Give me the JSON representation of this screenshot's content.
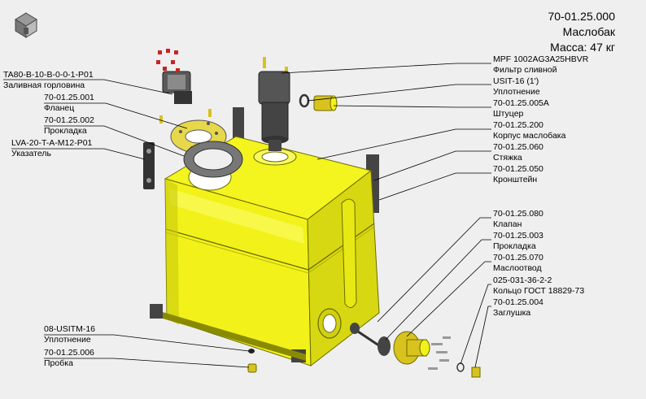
{
  "title": {
    "designation": "70-01.25.000",
    "name": "Маслобак",
    "mass": "Масса: 47 кг"
  },
  "labels_left": [
    {
      "code": "TA80-B-10-B-0-0-1-P01",
      "name": "Заливная горловина"
    },
    {
      "code": "70-01.25.001",
      "name": "Фланец"
    },
    {
      "code": "70-01.25.002",
      "name": "Прокладка"
    },
    {
      "code": "LVA-20-T-A-M12-P01",
      "name": "Указатель"
    },
    {
      "code": "08-USITM-16",
      "name": "Уплотнение"
    },
    {
      "code": "70-01.25.006",
      "name": "Пробка"
    }
  ],
  "labels_right": [
    {
      "code": "MPF 1002AG3A25HBVR",
      "name": "Фильтр сливной"
    },
    {
      "code": "USIT-16 (1')",
      "name": "Уплотнение"
    },
    {
      "code": "70-01.25.005A",
      "name": "Штуцер"
    },
    {
      "code": "70-01.25.200",
      "name": "Корпус маслобака"
    },
    {
      "code": "70-01.25.060",
      "name": "Стяжка"
    },
    {
      "code": "70-01.25.050",
      "name": "Кронштейн"
    },
    {
      "code": "70-01.25.080",
      "name": "Клапан"
    },
    {
      "code": "70-01.25.003",
      "name": "Прокладка"
    },
    {
      "code": "70-01.25.070",
      "name": "Маслоотвод"
    },
    {
      "code": "025-031-36-2-2",
      "name": "Кольцо ГОСТ 18829-73"
    },
    {
      "code": "70-01.25.004",
      "name": "Заглушка"
    }
  ],
  "colors": {
    "background": "#efefef",
    "tank_yellow": "#f2f21a",
    "tank_shadow": "#c9c90e",
    "steel": "#555555",
    "brass": "#d8c21e"
  }
}
